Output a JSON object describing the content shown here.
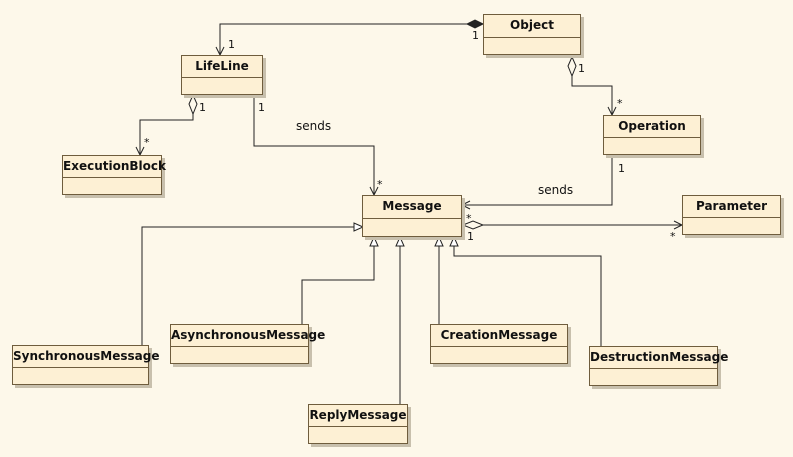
{
  "classes": {
    "object": "Object",
    "lifeline": "LifeLine",
    "operation": "Operation",
    "execution_block": "ExecutionBlock",
    "message": "Message",
    "parameter": "Parameter",
    "synchronous_message": "SynchronousMessage",
    "asynchronous_message": "AsynchronousMessage",
    "creation_message": "CreationMessage",
    "destruction_message": "DestructionMessage",
    "reply_message": "ReplyMessage"
  },
  "associations": {
    "object_lifeline": {
      "kind": "composition",
      "source_mult": "1",
      "target_mult": "1"
    },
    "object_operation": {
      "kind": "aggregation",
      "source_mult": "1",
      "target_mult": "*"
    },
    "lifeline_executionblock": {
      "kind": "aggregation",
      "source_mult": "1",
      "target_mult": "*"
    },
    "lifeline_message": {
      "kind": "association",
      "label": "sends",
      "source_mult": "1",
      "target_mult": "*"
    },
    "operation_message": {
      "kind": "association",
      "label": "sends",
      "source_mult": "1",
      "target_mult": "*"
    },
    "message_parameter": {
      "kind": "aggregation",
      "source_mult": "1",
      "target_mult": "*"
    }
  },
  "generalizations": {
    "parent": "Message",
    "children": [
      "SynchronousMessage",
      "AsynchronousMessage",
      "CreationMessage",
      "DestructionMessage",
      "ReplyMessage"
    ]
  },
  "colors": {
    "fill": "#fdf0d4",
    "border": "#6f5d3d",
    "shadow": "#c8c0ad",
    "background": "#fdf8ea"
  }
}
